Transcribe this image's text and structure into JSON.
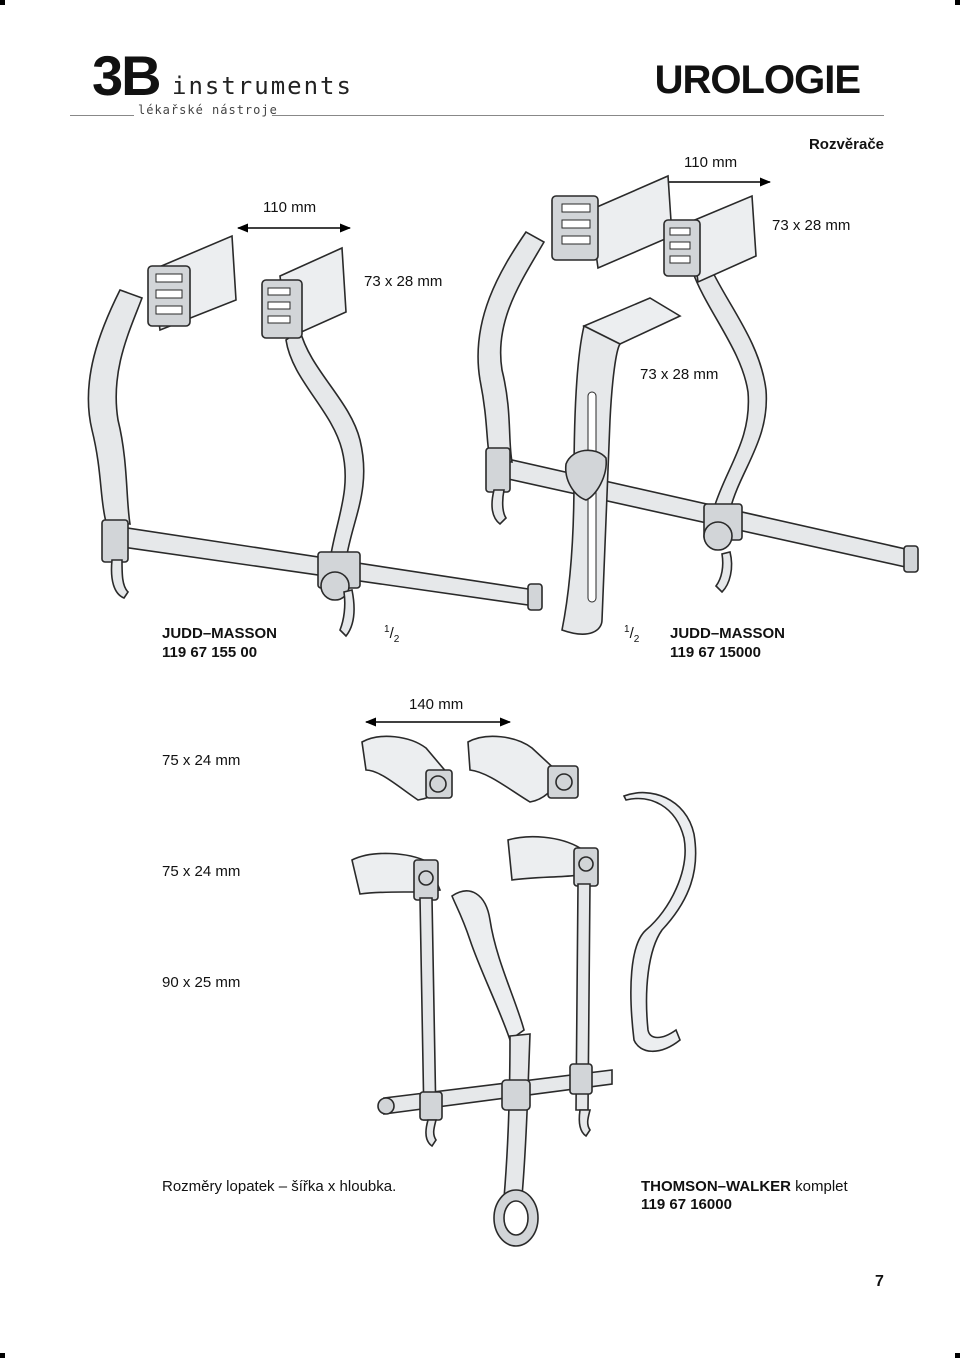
{
  "header": {
    "logo_main": "3B",
    "logo_word": "instruments",
    "logo_sub": "lékařské nástroje",
    "title": "UROLOGIE",
    "section": "Rozvěrače"
  },
  "judd1": {
    "width_label": "110 mm",
    "blade_label": "73 x 28 mm",
    "name": "JUDD–MASSON",
    "code": "119 67 155 00",
    "scale_num": "1",
    "scale_den": "2"
  },
  "judd2": {
    "width_label": "110 mm",
    "blade_label": "73 x 28 mm",
    "center_blade_label": "73 x 28 mm",
    "name": "JUDD–MASSON",
    "code": "119 67 15000",
    "scale_num": "1",
    "scale_den": "2"
  },
  "thomson": {
    "width_label": "140 mm",
    "blade1_label": "75 x 24 mm",
    "blade2_label": "75 x 24 mm",
    "blade3_label": "90 x 25 mm",
    "note": "Rozměry lopatek – šířka x hloubka.",
    "name": "THOMSON–WALKER",
    "name_suffix": " komplet",
    "code": "119 67 16000"
  },
  "footer": {
    "page_number": "7"
  }
}
